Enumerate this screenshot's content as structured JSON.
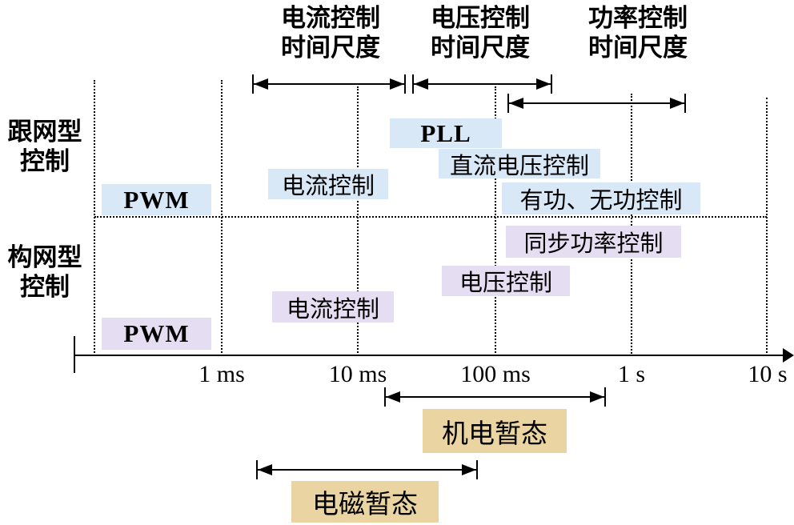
{
  "figure": {
    "colors": {
      "grid_following_fill": "#d9e8f7",
      "grid_forming_fill": "#e5def2",
      "transient_fill": "#ead4a2",
      "line": "#000000"
    },
    "timescale_headers": [
      {
        "line1": "电流控制",
        "line2": "时间尺度"
      },
      {
        "line1": "电压控制",
        "line2": "时间尺度"
      },
      {
        "line1": "功率控制",
        "line2": "时间尺度"
      }
    ],
    "rows": {
      "grid_following": {
        "label_line1": "跟网型",
        "label_line2": "控制",
        "boxes": {
          "pwm": "PWM",
          "current_control": "电流控制",
          "pll": "PLL",
          "dc_voltage_control": "直流电压控制",
          "active_reactive_control": "有功、无功控制"
        }
      },
      "grid_forming": {
        "label_line1": "构网型",
        "label_line2": "控制",
        "boxes": {
          "pwm": "PWM",
          "current_control": "电流控制",
          "voltage_control": "电压控制",
          "sync_power_control": "同步功率控制"
        }
      }
    },
    "axis": {
      "ticks": [
        "1 ms",
        "10 ms",
        "100 ms",
        "1 s",
        "10 s"
      ]
    },
    "transients": {
      "electromechanical": "机电暂态",
      "electromagnetic": "电磁暂态"
    }
  }
}
